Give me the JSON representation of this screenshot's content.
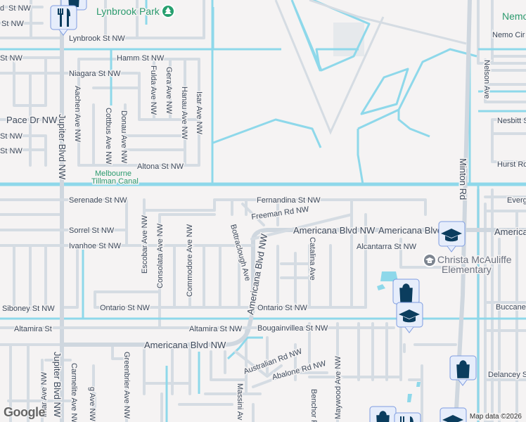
{
  "map": {
    "colors": {
      "background": "#f5f3f3",
      "road": "#d5dce3",
      "water": "#8ed8ea",
      "label": "#3d4a5c",
      "park_label": "#2c9a6e",
      "pin_fill": "#e6edfb",
      "pin_glyph": "#0b3d5e"
    },
    "streets": {
      "lynbrook": "Lynbrook St NW",
      "hamm": "Hamm St NW",
      "niagara": "Niagara St NW",
      "pace": "Pace Dr NW",
      "st_left1": "St NW",
      "st_left2": "St NW",
      "st_left3": "St NW",
      "st_left4": "St NW",
      "st_left5": "St NW",
      "altona": "Altona St NW",
      "aachen": "Aachen Ave NW",
      "cottbus": "Cottbus Ave NW",
      "donau": "Donau Ave NW",
      "fulda": "Fulda Ave NW",
      "gera": "Gera Ave NW",
      "hanau": "Hanau Ave NW",
      "isar": "Isar Ave NW",
      "jupiter_n": "Jupiter Blvd NW",
      "jupiter_s": "Jupiter Blvd NW",
      "serenade": "Serenade St NW",
      "sorrel": "Sorrel St NW",
      "ivanhoe": "Ivanhoe St NW",
      "siboney": "Siboney St NW",
      "altamira_w": "Altamira St",
      "altamira_e": "Altamira St NW",
      "americana_w": "Americana Blvd NW",
      "americana_v": "Americana Blvd NW",
      "americana_e1": "Americana Blvd NW",
      "americana_e2": "Americana Blvd",
      "americana_e3": "Americana",
      "ontario_w": "Ontario St NW",
      "ontario_e": "Ontario St NW",
      "escobar": "Escobar Ave NW",
      "consolata": "Consolata Ave NW",
      "commodore": "Commodore Ave NW",
      "bottraclough": "Bottraclough Ave",
      "fernandina": "Fernandina St NW",
      "freeman": "Freeman Rd NW",
      "catalina": "Catalina Ave",
      "alcantarra": "Alcantarra St NW",
      "bougainvillea": "Bougainvillea St NW",
      "australian": "Australian Rd NW",
      "abalone": "Abalone Rd NW",
      "benchor": "Benchor R",
      "maywood": "Maywood Ave NW",
      "massini": "Massini Av",
      "greenbrier": "Greenbrier Ave NW",
      "carmelite": "Carmelite Ave NW",
      "g_ave": "g Ave NW",
      "almar": "lmar Ave NW",
      "minton": "Minton Rd",
      "nelson": "Nelson Ave",
      "nemo": "Nemo Cir N",
      "nesbitt": "Nesbitt S",
      "hurst": "Hurst Rd",
      "evergreen": "Everg",
      "buccaneer": "Buccane",
      "delancey": "Delancey St",
      "nemo_park": "Nemo"
    },
    "places": {
      "lynbrook_park": "Lynbrook Park",
      "canal_line1": "Melbourne",
      "canal_line2": "Tillman Canal",
      "school_line1": "Christa McAuliffe",
      "school_line2": "Elementary"
    },
    "pins": [
      {
        "type": "restaurant",
        "icon": "fork-knife-icon"
      },
      {
        "type": "shopping",
        "icon": "shopping-bag-icon"
      },
      {
        "type": "school",
        "icon": "graduation-cap-icon"
      },
      {
        "type": "shopping",
        "icon": "shopping-bag-icon"
      },
      {
        "type": "school",
        "icon": "graduation-cap-icon"
      },
      {
        "type": "shopping",
        "icon": "shopping-bag-icon"
      },
      {
        "type": "shopping",
        "icon": "shopping-bag-icon"
      },
      {
        "type": "school",
        "icon": "graduation-cap-icon"
      }
    ],
    "logo": "Google",
    "attribution": "Map data ©2026"
  }
}
